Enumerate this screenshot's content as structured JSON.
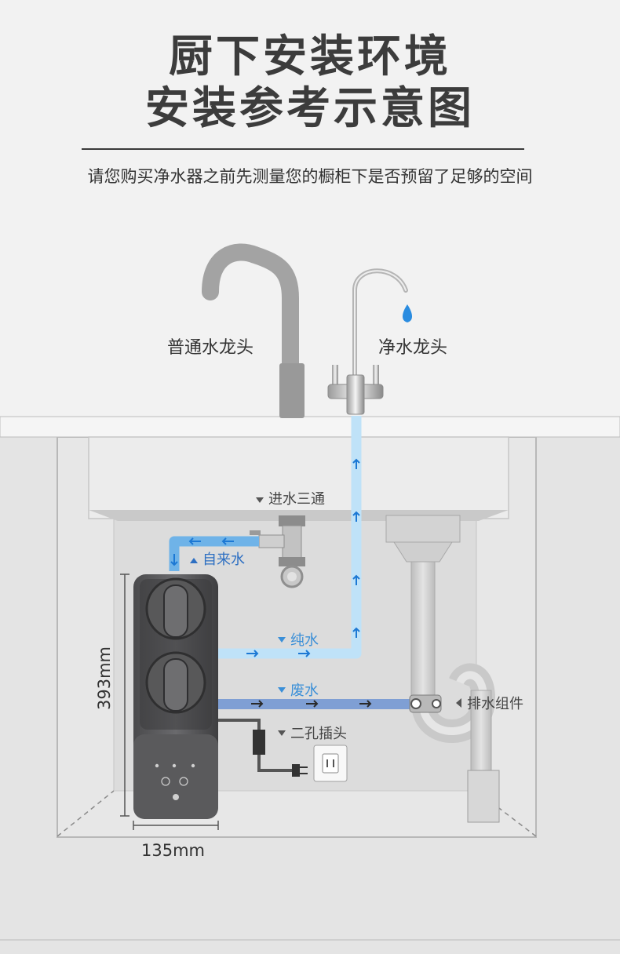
{
  "header": {
    "title_line1": "厨下安装环境",
    "title_line2": "安装参考示意图",
    "subtitle": "请您购买净水器之前先测量您的橱柜下是否预留了足够的空间"
  },
  "labels": {
    "normal_faucet": "普通水龙头",
    "pure_faucet": "净水龙头",
    "inlet_tee": "进水三通",
    "tap_water": "自来水",
    "pure_water": "纯水",
    "waste_water": "废水",
    "power_plug": "二孔插头",
    "drain_kit": "排水组件",
    "height_dim": "393mm",
    "width_dim": "135mm"
  },
  "colors": {
    "tap_water_pipe": "#6fb3e8",
    "pure_water_pipe": "#bfe2f8",
    "waste_water_pipe": "#7f9fd4",
    "label_blue": "#2d6fc2",
    "arrow_blue": "#1c78d4"
  }
}
